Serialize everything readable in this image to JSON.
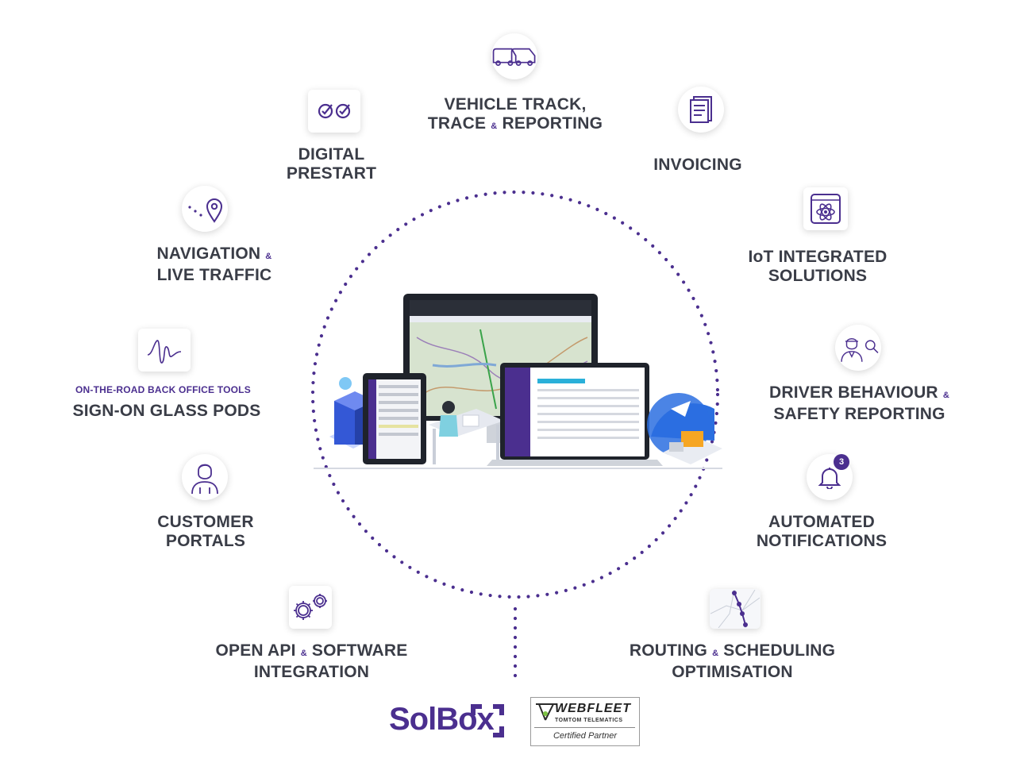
{
  "features": {
    "vehicle_track": {
      "line1": "VEHICLE TRACK,",
      "line2a": "TRACE ",
      "amp": "&",
      "line2b": " REPORTING",
      "icon": "vans-icon"
    },
    "digital_prestart": {
      "line1": "DIGITAL",
      "line2": "PRESTART",
      "icon": "double-check-icon"
    },
    "invoicing": {
      "line1": "INVOICING",
      "icon": "document-icon"
    },
    "navigation": {
      "line1a": "NAVIGATION",
      "amp": "&",
      "line2": "LIVE TRAFFIC",
      "icon": "map-pin-icon"
    },
    "iot": {
      "line1": "IoT INTEGRATED",
      "line2": "SOLUTIONS",
      "icon": "atom-icon"
    },
    "sign_on_glass": {
      "sub": "ON-THE-ROAD BACK OFFICE TOOLS",
      "line1": "SIGN-ON GLASS PODS",
      "icon": "signature-icon"
    },
    "driver_behaviour": {
      "line1a": "DRIVER BEHAVIOUR",
      "amp": "&",
      "line2": "SAFETY REPORTING",
      "icon": "driver-search-icon"
    },
    "customer_portals": {
      "line1": "CUSTOMER",
      "line2": "PORTALS",
      "icon": "customer-icon"
    },
    "notifications": {
      "line1": "AUTOMATED",
      "line2": "NOTIFICATIONS",
      "icon": "bell-icon",
      "badge": "3"
    },
    "open_api": {
      "line1a": "OPEN API ",
      "amp": "&",
      "line1b": " SOFTWARE",
      "line2": "INTEGRATION",
      "icon": "gears-icon"
    },
    "routing": {
      "line1a": "ROUTING ",
      "amp": "&",
      "line1b": " SCHEDULING",
      "line2": "OPTIMISATION",
      "icon": "route-map-icon"
    }
  },
  "logos": {
    "solbox": "SolBox",
    "webfleet_title": "WEBFLEET",
    "webfleet_sub": "TOMTOM TELEMATICS",
    "webfleet_badge": "Certified Partner"
  },
  "colors": {
    "accent": "#4b2f8f",
    "text": "#3a3d47"
  }
}
